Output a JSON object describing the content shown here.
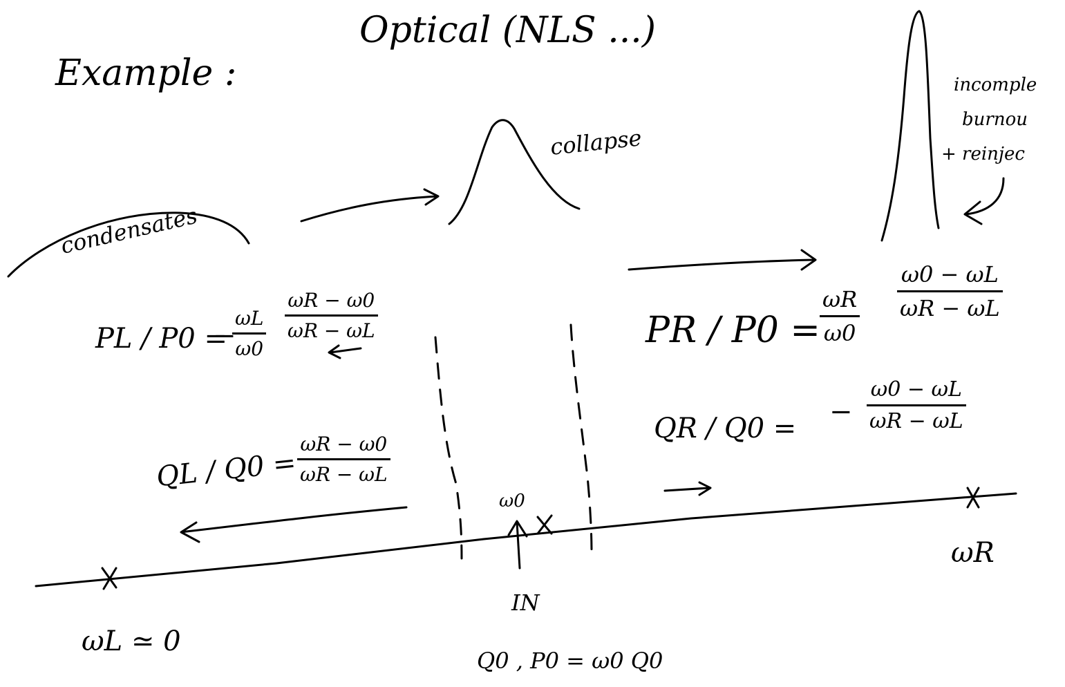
{
  "title": {
    "example": "Example :",
    "subject": "Optical (NLS ...)"
  },
  "annotations": {
    "condensates": "condensates",
    "collapse": "collapse",
    "incomplete": "incomple",
    "burnout": "burnou",
    "reinjection": "+ reinjec"
  },
  "axis": {
    "left_mark": "ωL ≃ 0",
    "center_mark": "ω0",
    "right_mark": "ωR",
    "input": "IN",
    "input_values": "Q0 , P0 = ω0 Q0"
  },
  "equations": {
    "pl": {
      "lhs": "PL / P0 =",
      "prefix": "−",
      "f1_num": "ωL",
      "f1_den": "ω0",
      "f2_num": "ωR − ω0",
      "f2_den": "ωR − ωL"
    },
    "ql": {
      "lhs": "QL / Q0 =",
      "f_num": "ωR − ω0",
      "f_den": "ωR − ωL"
    },
    "pr": {
      "lhs": "PR / P0 =",
      "f1_num": "ωR",
      "f1_den": "ω0",
      "f2_num": "ω0 − ωL",
      "f2_den": "ωR − ωL"
    },
    "qr": {
      "lhs": "QR / Q0 =",
      "prefix": "−",
      "f_num": "ω0 − ωL",
      "f_den": "ωR − ωL"
    }
  }
}
